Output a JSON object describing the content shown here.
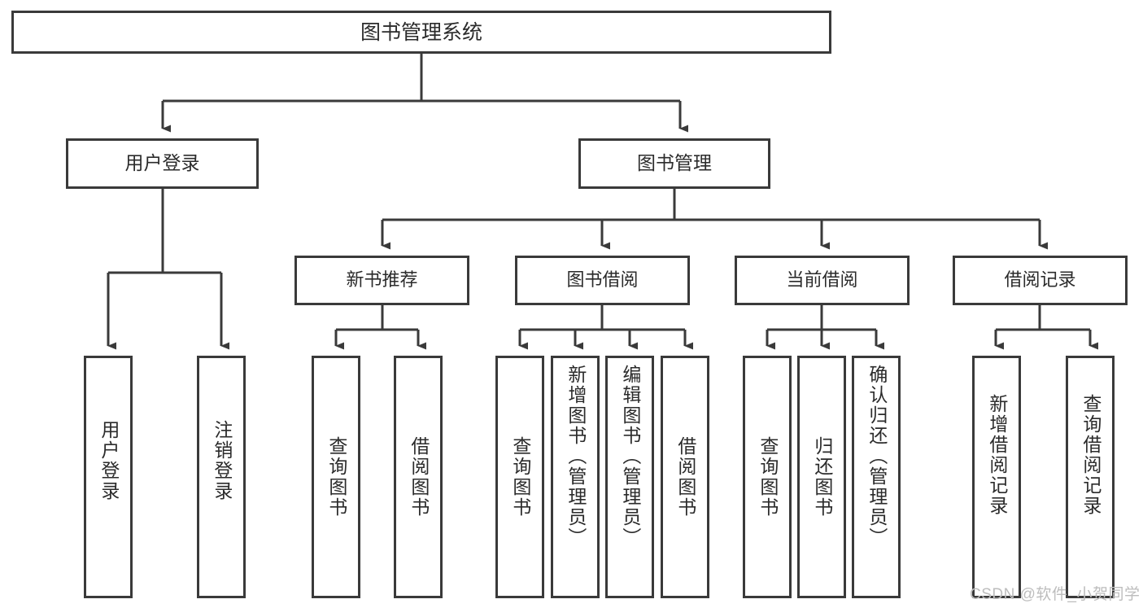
{
  "diagram": {
    "title": "图书管理系统",
    "type": "tree-hierarchy-chart",
    "nodes": {
      "root": {
        "label": "图书管理系统"
      },
      "level1": [
        {
          "label": "用户登录"
        },
        {
          "label": "图书管理"
        }
      ],
      "level2": [
        {
          "label": "新书推荐"
        },
        {
          "label": "图书借阅"
        },
        {
          "label": "当前借阅"
        },
        {
          "label": "借阅记录"
        }
      ],
      "leaves": {
        "user_login": [
          {
            "label": "用户登录"
          },
          {
            "label": "注销登录"
          }
        ],
        "new_book_recommend": [
          {
            "label": "查询图书"
          },
          {
            "label": "借阅图书"
          }
        ],
        "book_borrow": [
          {
            "label": "查询图书"
          },
          {
            "label": "新增图书（管理员）"
          },
          {
            "label": "编辑图书（管理员）"
          },
          {
            "label": "借阅图书"
          }
        ],
        "current_borrow": [
          {
            "label": "查询图书"
          },
          {
            "label": "归还图书"
          },
          {
            "label": "确认归还（管理员）"
          }
        ],
        "borrow_record": [
          {
            "label": "新增借阅记录"
          },
          {
            "label": "查询借阅记录"
          }
        ]
      }
    },
    "watermark": "CSDN @软件_小贺同学",
    "colors": {
      "stroke": "#3a3a3a",
      "text": "#2b2b2b",
      "background": "#ffffff",
      "watermark": "#bdbdbd"
    }
  }
}
